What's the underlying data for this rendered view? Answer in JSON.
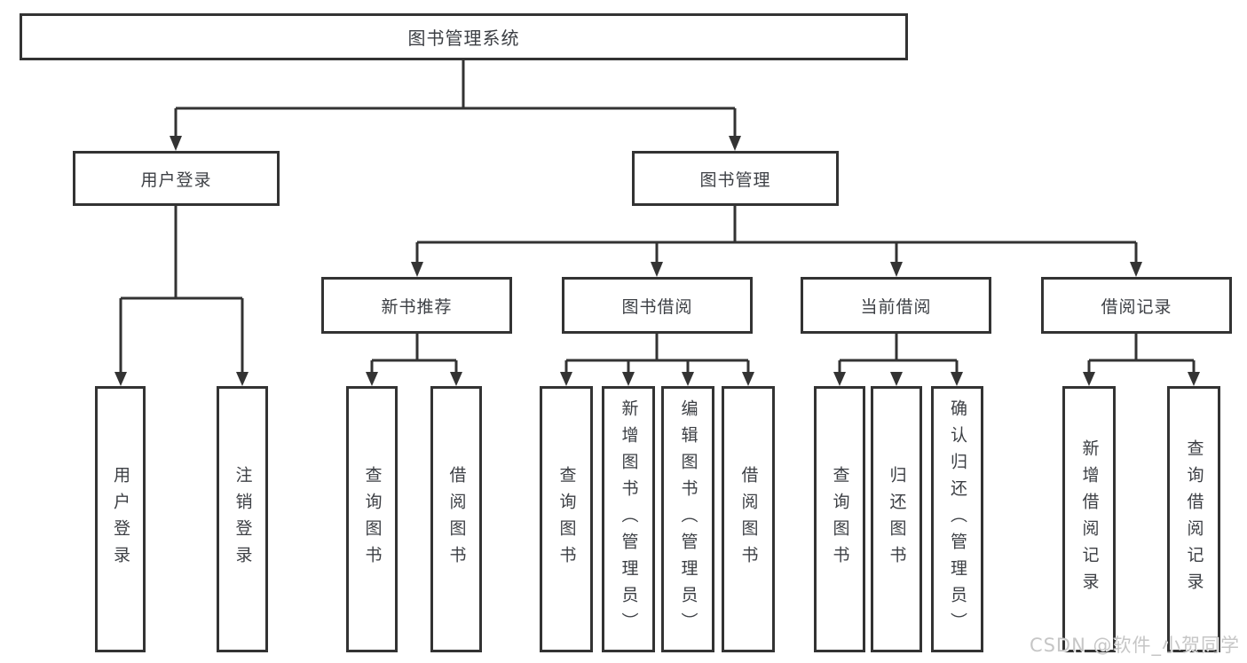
{
  "tree": {
    "root": "图书管理系统",
    "branches": [
      {
        "label": "用户登录",
        "children": [
          "用户登录",
          "注销登录"
        ]
      },
      {
        "label": "图书管理",
        "groups": [
          {
            "label": "新书推荐",
            "children": [
              "查询图书",
              "借阅图书"
            ]
          },
          {
            "label": "图书借阅",
            "children": [
              "查询图书",
              "新增图书（管理员）",
              "编辑图书（管理员）",
              "借阅图书"
            ]
          },
          {
            "label": "当前借阅",
            "children": [
              "查询图书",
              "归还图书",
              "确认归还（管理员）"
            ]
          },
          {
            "label": "借阅记录",
            "children": [
              "新增借阅记录",
              "查询借阅记录"
            ]
          }
        ]
      }
    ]
  },
  "watermark": {
    "text": "CSDN @软件_小贺同学"
  },
  "colors": {
    "line": "#333333",
    "box_border": "#333333",
    "box_fill": "#ffffff",
    "text": "#3c3f44",
    "background": "#ffffff",
    "watermark_text": "#c6c6c6"
  }
}
